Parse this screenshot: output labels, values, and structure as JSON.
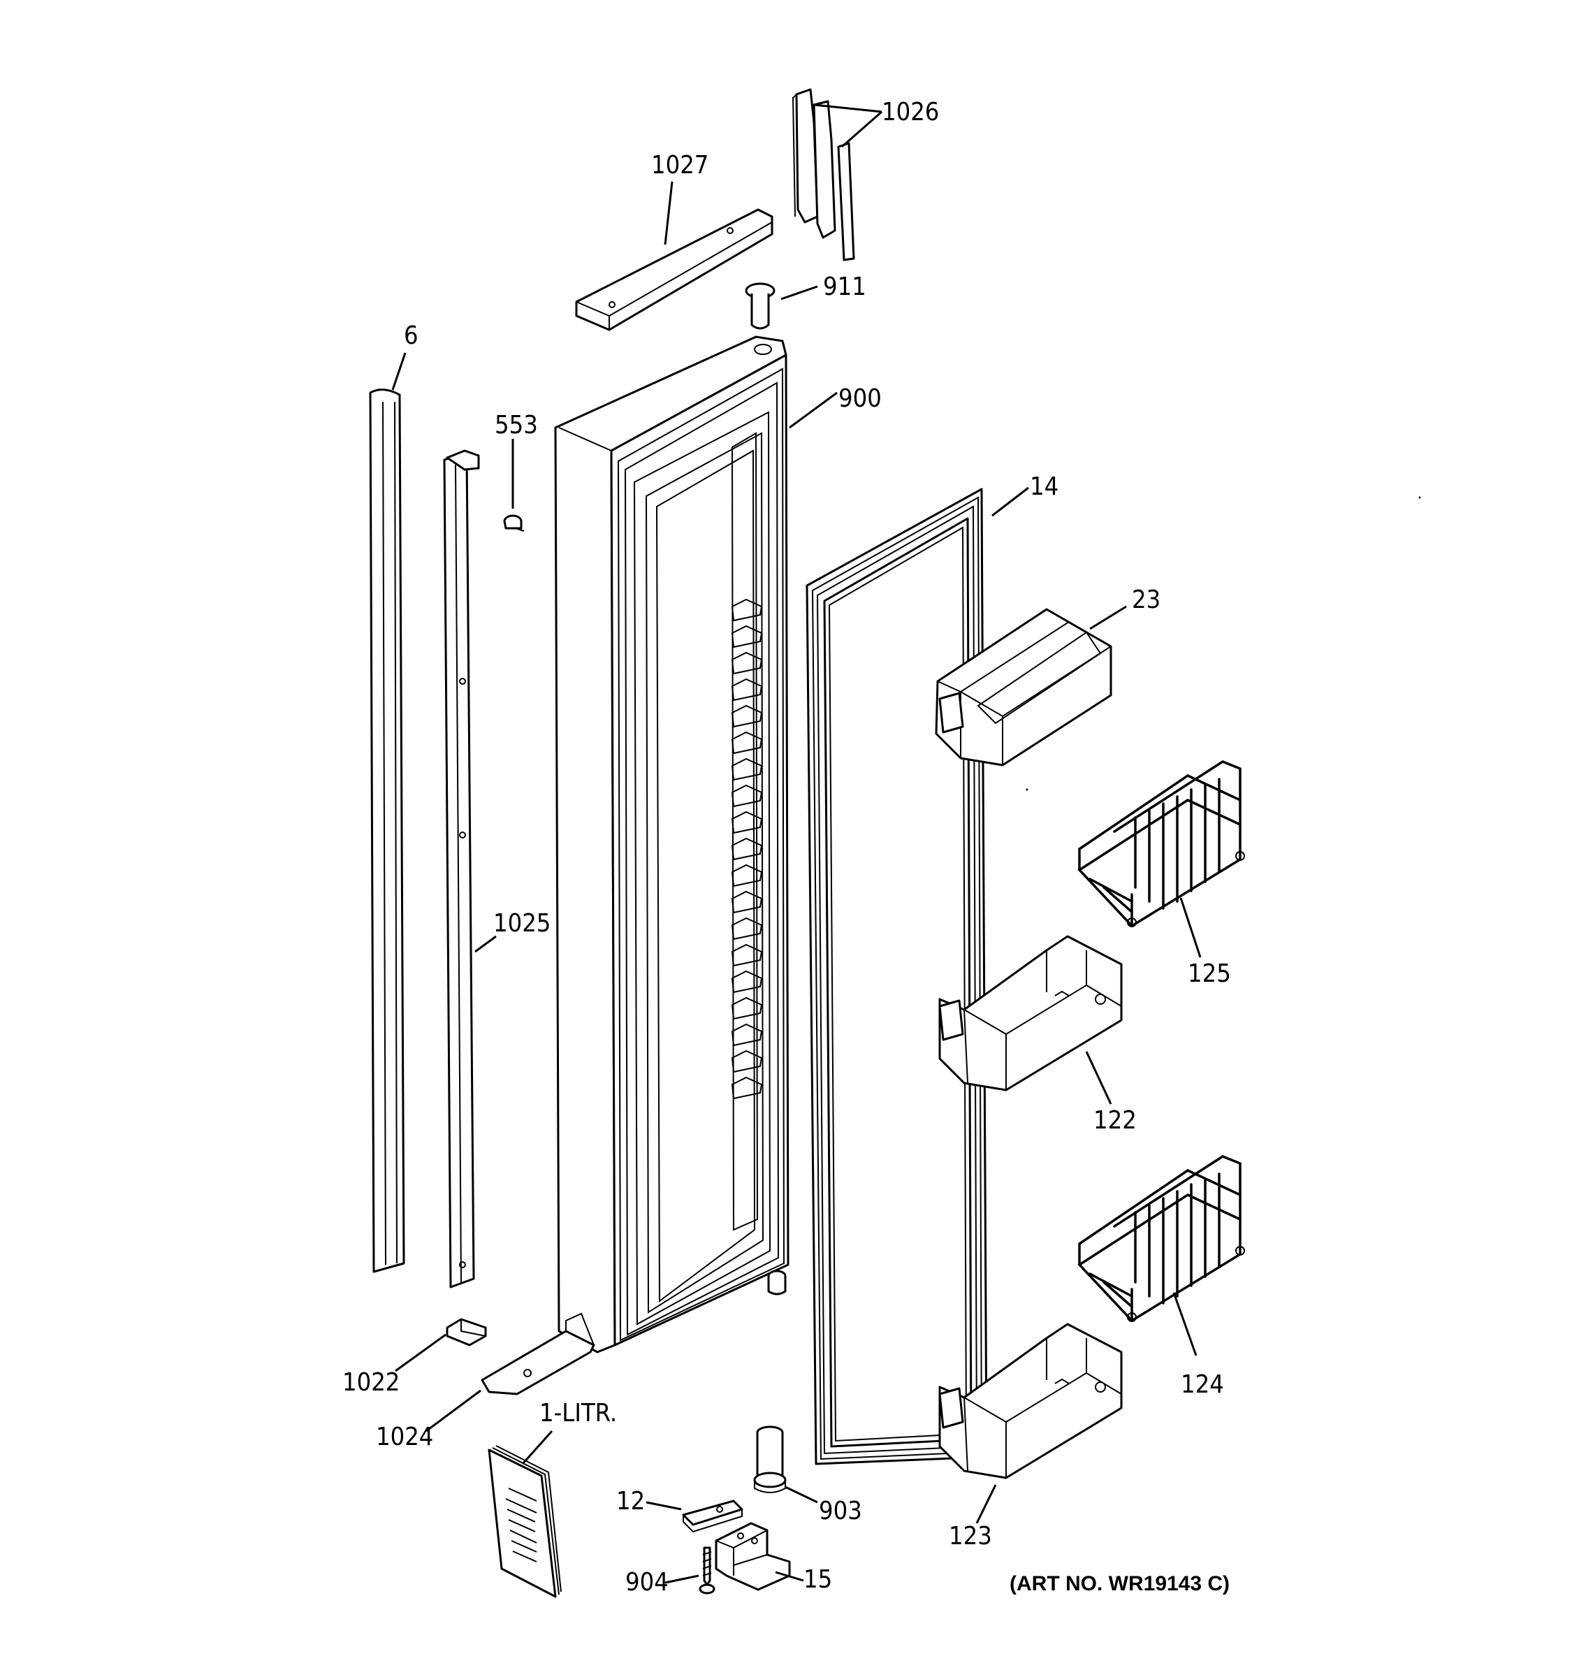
{
  "diagram": {
    "art_number": "(ART NO. WR19143 C)",
    "callouts": [
      {
        "id": "1026",
        "text": "1026"
      },
      {
        "id": "1027",
        "text": "1027"
      },
      {
        "id": "911",
        "text": "911"
      },
      {
        "id": "6",
        "text": "6"
      },
      {
        "id": "553",
        "text": "553"
      },
      {
        "id": "900",
        "text": "900"
      },
      {
        "id": "14",
        "text": "14"
      },
      {
        "id": "23",
        "text": "23"
      },
      {
        "id": "125",
        "text": "125"
      },
      {
        "id": "1025",
        "text": "1025"
      },
      {
        "id": "122",
        "text": "122"
      },
      {
        "id": "124",
        "text": "124"
      },
      {
        "id": "1022",
        "text": "1022"
      },
      {
        "id": "1024",
        "text": "1024"
      },
      {
        "id": "1-litr",
        "text": "1-LITR."
      },
      {
        "id": "12",
        "text": "12"
      },
      {
        "id": "903",
        "text": "903"
      },
      {
        "id": "123",
        "text": "123"
      },
      {
        "id": "904",
        "text": "904"
      },
      {
        "id": "15",
        "text": "15"
      }
    ]
  }
}
